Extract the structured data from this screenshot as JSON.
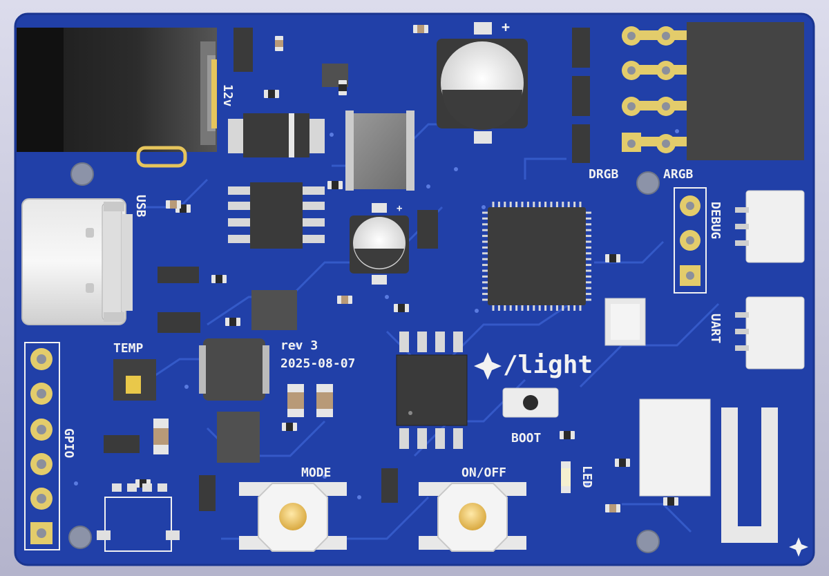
{
  "board": {
    "logo_text": "/light",
    "revision": "rev 3",
    "date": "2025-08-07",
    "colors": {
      "soldermask": "#2140a8",
      "copper_trace": "#2d52c4",
      "silkscreen": "#f2f2f2",
      "pad_gold": "#d8c46a",
      "chip": "#3a3a3a"
    }
  },
  "labels": {
    "power_jack": "12v",
    "usb": "USB",
    "temp": "TEMP",
    "gpio": "GPIO",
    "drgb": "DRGB",
    "argb": "ARGB",
    "debug": "DEBUG",
    "uart": "UART",
    "boot": "BOOT",
    "led": "LED",
    "mode": "MODE",
    "on_off": "ON/OFF",
    "plus_big_cap": "+",
    "plus_small_cap": "+"
  }
}
